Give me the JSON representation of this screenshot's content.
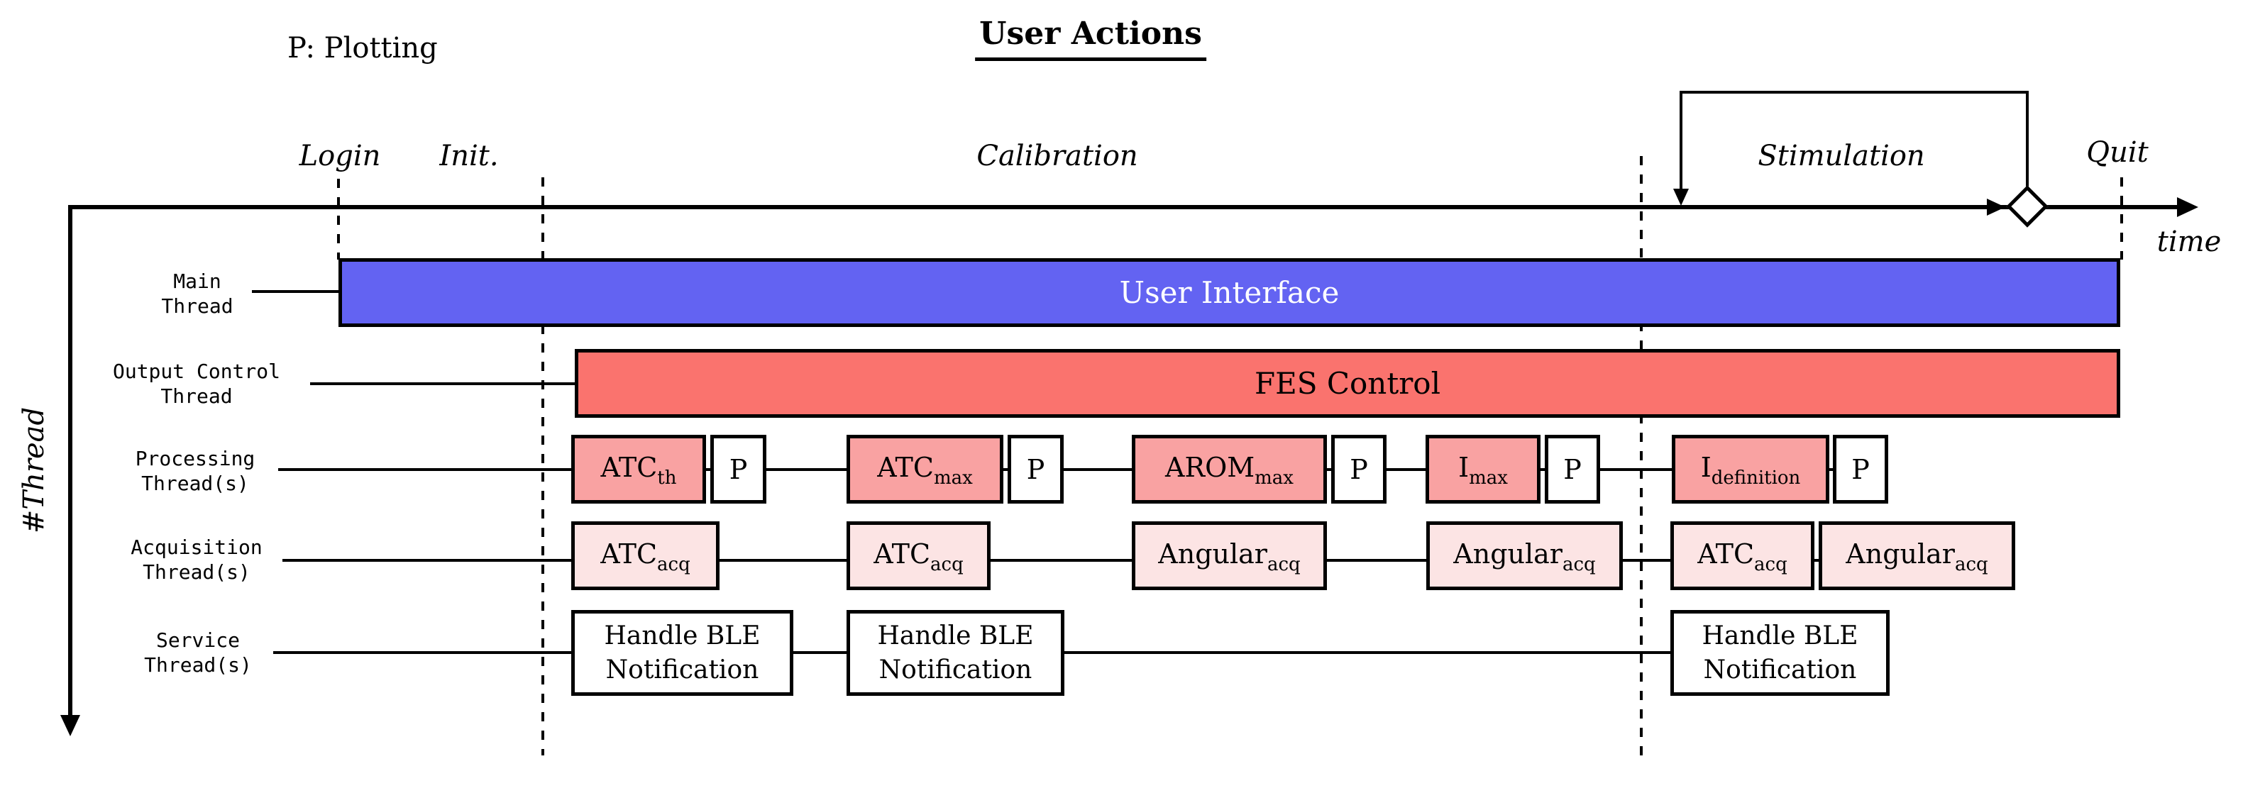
{
  "legend": {
    "plotting_note": "P: Plotting"
  },
  "title": "User Actions",
  "axis": {
    "time_label": "time",
    "thread_label": "#Thread"
  },
  "phases": {
    "login": "Login",
    "init": "Init.",
    "calibration": "Calibration",
    "stimulation": "Stimulation",
    "quit": "Quit"
  },
  "threads": {
    "main": {
      "line1": "Main",
      "line2": "Thread"
    },
    "output": {
      "line1": "Output Control",
      "line2": "Thread"
    },
    "processing": {
      "line1": "Processing",
      "line2": "Thread(s)"
    },
    "acquisition": {
      "line1": "Acquisition",
      "line2": "Thread(s)"
    },
    "service": {
      "line1": "Service",
      "line2": "Thread(s)"
    }
  },
  "bars": {
    "user_interface": "User Interface",
    "fes_control": "FES Control"
  },
  "processing_row": [
    {
      "main": "ATC",
      "sub": "th"
    },
    {
      "main": "P",
      "sub": ""
    },
    {
      "main": "ATC",
      "sub": "max"
    },
    {
      "main": "P",
      "sub": ""
    },
    {
      "main": "AROM",
      "sub": "max"
    },
    {
      "main": "P",
      "sub": ""
    },
    {
      "main": "I",
      "sub": "max"
    },
    {
      "main": "P",
      "sub": ""
    },
    {
      "main": "I",
      "sub": "definition"
    },
    {
      "main": "P",
      "sub": ""
    }
  ],
  "acquisition_row": [
    {
      "main": "ATC",
      "sub": "acq"
    },
    {
      "main": "ATC",
      "sub": "acq"
    },
    {
      "main": "Angular",
      "sub": "acq"
    },
    {
      "main": "Angular",
      "sub": "acq"
    },
    {
      "main": "ATC",
      "sub": "acq"
    },
    {
      "main": "Angular",
      "sub": "acq"
    }
  ],
  "service_row": [
    {
      "line1": "Handle BLE",
      "line2": "Notification"
    },
    {
      "line1": "Handle BLE",
      "line2": "Notification"
    },
    {
      "line1": "Handle BLE",
      "line2": "Notification"
    }
  ],
  "colors": {
    "ui_bar_blue": "#6363f2",
    "fes_bar_red": "#fa736e",
    "processing_pink": "#f9a2a2",
    "acquisition_light_pink": "#fce4e4",
    "line_black": "#000000"
  }
}
